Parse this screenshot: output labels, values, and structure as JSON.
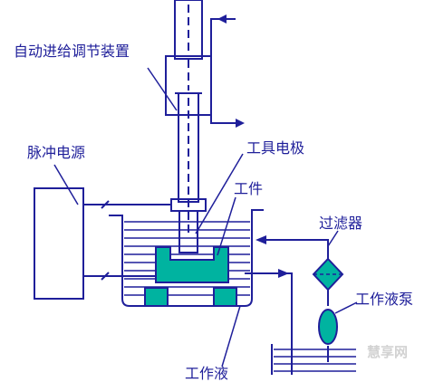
{
  "labels": {
    "feed_device": "自动进给调节装置",
    "power_supply": "脉冲电源",
    "tool_electrode": "工具电极",
    "workpiece": "工件",
    "filter": "过滤器",
    "pump": "工作液泵",
    "tank_partial": "工作液"
  },
  "watermark": "慧享网",
  "colors": {
    "line": "#1f1f9a",
    "fill": "#00b3a0",
    "background": "#ffffff"
  }
}
